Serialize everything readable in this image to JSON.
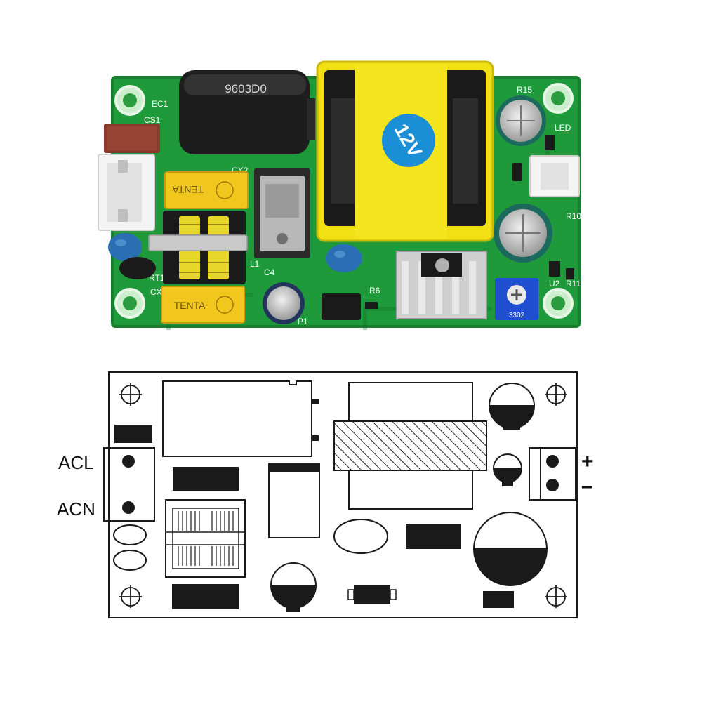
{
  "photo": {
    "capacitor_marking": "9603D0",
    "transformer_marking": "12V",
    "x_capacitor_brand": "TENTA",
    "trimmer_marking": "3302",
    "silkscreen": {
      "ec1": "EC1",
      "cs1": "CS1",
      "cx2": "CX2",
      "rt1": "RT1",
      "cx": "CX",
      "l1": "L1",
      "c4": "C4",
      "p1": "P1",
      "r6": "R6",
      "r15": "R15",
      "led": "LED",
      "u2": "U2",
      "r11": "R11",
      "r10": "R10"
    },
    "colors": {
      "pcb": "#1f9a3a",
      "transformer_tape": "#f3e014",
      "x_capacitor": "#f1c61d",
      "sticker": "#1b8fd6",
      "trimmer": "#1f4fd0"
    }
  },
  "diagram": {
    "pin_acl": "ACL",
    "pin_acn": "ACN",
    "pol_plus": "+",
    "pol_minus": "–"
  }
}
